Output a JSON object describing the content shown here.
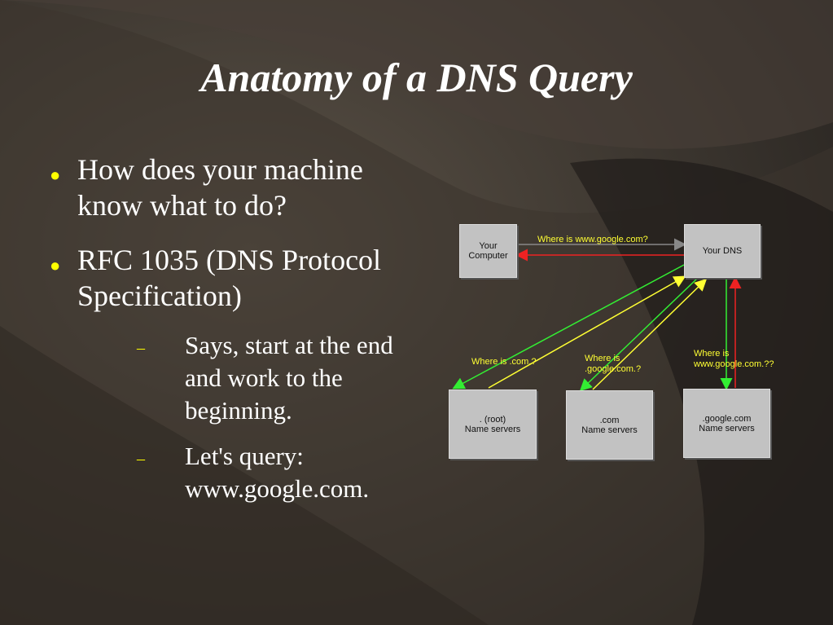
{
  "slide": {
    "title": "Anatomy of a DNS Query",
    "bullets": [
      "How does your machine know what to do?",
      "RFC 1035 (DNS Protocol Specification)"
    ],
    "sub_bullets": [
      "Says, start at the end and work to the beginning.",
      "Let's query: www.google.com."
    ]
  },
  "diagram": {
    "nodes": {
      "your_computer": "Your\nComputer",
      "your_dns": "Your DNS",
      "root": ". (root)\nName servers",
      "com": ".com\nName servers",
      "google": ".google.com\nName servers"
    },
    "labels": {
      "query_main": "Where is www.google.com?",
      "query_root": "Where is .com.?",
      "query_com": "Where is\n.google.com.?",
      "query_google": "Where is\nwww.google.com.??"
    },
    "colors": {
      "query_arrow": "#ffff33",
      "reply_arrow": "#33ee33",
      "answer_arrow": "#ee2222",
      "request_arrow": "#777777"
    }
  }
}
